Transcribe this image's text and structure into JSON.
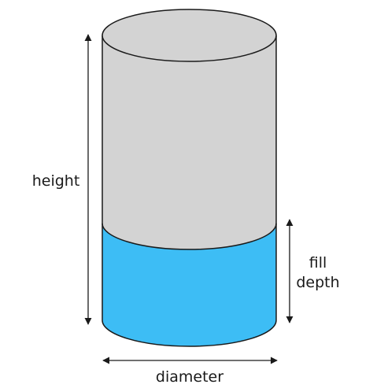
{
  "labels": {
    "height": "height",
    "fill_line1": "fill",
    "fill_line2": "depth",
    "diameter": "diameter"
  },
  "fill_fraction": 0.34,
  "colors": {
    "empty_fill": "#d3d3d3",
    "liquid_fill": "#3dbdf5",
    "outline": "#1a1a1a",
    "background": "#ffffff"
  }
}
